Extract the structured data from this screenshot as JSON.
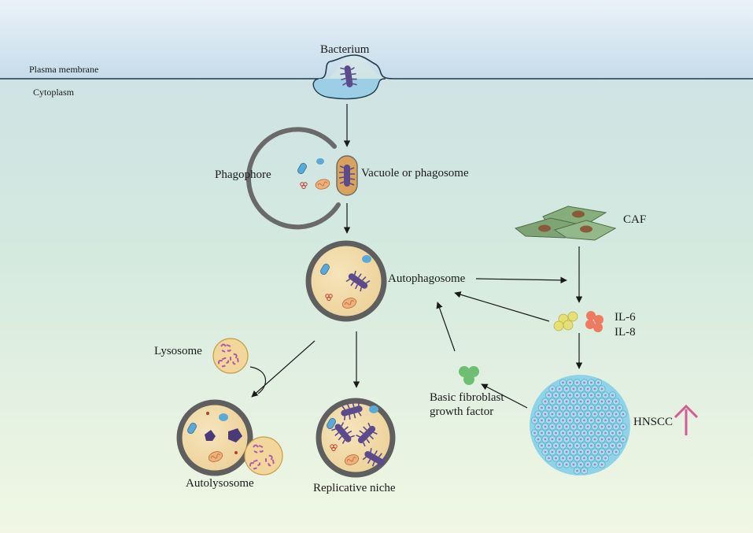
{
  "labels": {
    "plasma_membrane": "Plasma membrane",
    "cytoplasm": "Cytoplasm",
    "bacterium": "Bacterium",
    "phagophore": "Phagophore",
    "vacuole": "Vacuole or phagosome",
    "autophagosome": "Autophagosome",
    "lysosome": "Lysosome",
    "autolysosome": "Autolysosome",
    "replicative_niche": "Replicative niche",
    "caf": "CAF",
    "il6": "IL-6",
    "il8": "IL-8",
    "bfgf_line1": "Basic fibroblast",
    "bfgf_line2": "growth factor",
    "hnscc": "HNSCC"
  },
  "colors": {
    "cytoplasm_top": "#cfe6df",
    "cytoplasm_bottom": "#eef6e3",
    "extracellular": "#dbe9f3",
    "vesicle_fill": "#f1d9a4",
    "vesicle_border": "#5f5f5f",
    "bacterium": "#5b4a8c",
    "caf_cell": "#7a9e6f",
    "caf_nucleus": "#8b5a3c",
    "il6_dots": "#e8e07a",
    "il8_dots": "#ef7a5e",
    "bfgf_dots": "#6fbf73",
    "tumor_cell": "#8fd3e8",
    "hnscc_arrow": "#d65a94"
  },
  "icons": {
    "hnscc_increase": "up-arrow-icon"
  }
}
